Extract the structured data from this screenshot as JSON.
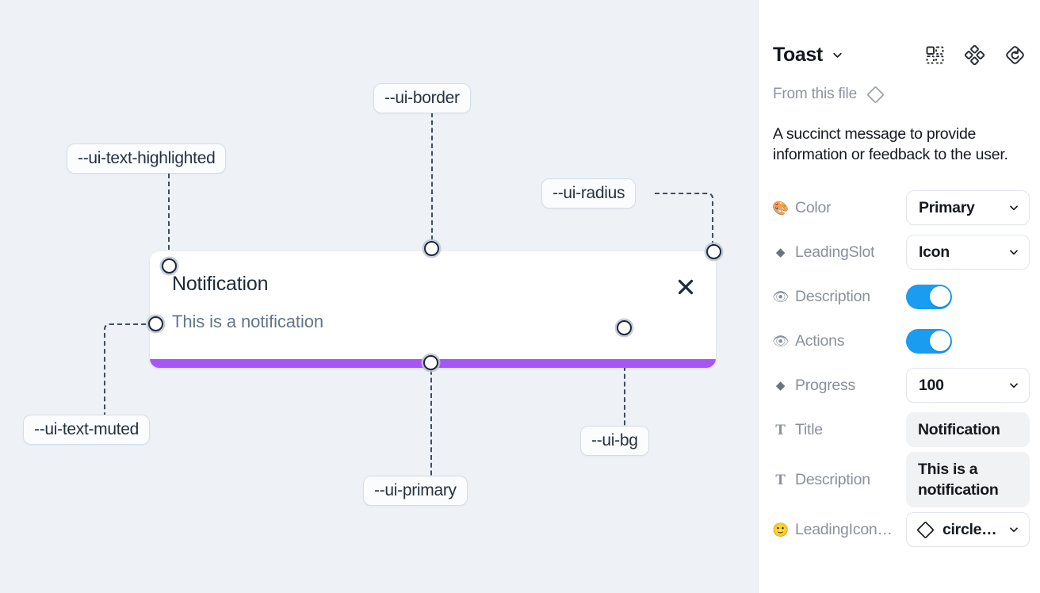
{
  "canvas": {
    "background_color": "#eef1f6",
    "toast": {
      "title": "Notification",
      "description": "This is a notification",
      "close_icon": "close-icon",
      "progress_color": "#a855f7",
      "background_color": "#ffffff"
    },
    "callouts": [
      {
        "id": "ui-text-highlighted",
        "label": "--ui-text-highlighted"
      },
      {
        "id": "ui-border",
        "label": "--ui-border"
      },
      {
        "id": "ui-radius",
        "label": "--ui-radius"
      },
      {
        "id": "ui-text-muted",
        "label": "--ui-text-muted"
      },
      {
        "id": "ui-primary",
        "label": "--ui-primary"
      },
      {
        "id": "ui-bg",
        "label": "--ui-bg"
      }
    ]
  },
  "panel": {
    "title": "Toast",
    "title_chevron_icon": "chevron-down-icon",
    "header_icons": [
      {
        "name": "component-set-icon"
      },
      {
        "name": "component-icon"
      },
      {
        "name": "reset-instance-icon"
      }
    ],
    "from_file": {
      "label": "From this file",
      "icon": "diamond-icon"
    },
    "description": "A succinct message to provide information or feedback to the user.",
    "properties": [
      {
        "id": "color",
        "glyph": "🎨",
        "glyph_name": "palette-emoji",
        "glyph_type": "emoji",
        "label": "Color",
        "control": "select",
        "value": "Primary"
      },
      {
        "id": "leadingslot",
        "glyph": "◆",
        "glyph_name": "diamond-icon",
        "glyph_type": "diamond",
        "label": "LeadingSlot",
        "control": "select",
        "value": "Icon"
      },
      {
        "id": "description",
        "glyph": "👁",
        "glyph_name": "eye-emoji",
        "glyph_type": "emoji",
        "label": "Description",
        "control": "toggle",
        "value": "on"
      },
      {
        "id": "actions",
        "glyph": "👁",
        "glyph_name": "eye-emoji",
        "glyph_type": "emoji",
        "label": "Actions",
        "control": "toggle",
        "value": "on"
      },
      {
        "id": "progress",
        "glyph": "◆",
        "glyph_name": "diamond-icon",
        "glyph_type": "diamond",
        "label": "Progress",
        "control": "select",
        "value": "100"
      },
      {
        "id": "title",
        "glyph": "T",
        "glyph_name": "text-icon",
        "glyph_type": "tglyph",
        "label": "Title",
        "control": "text",
        "value": "Notification"
      },
      {
        "id": "desc",
        "glyph": "T",
        "glyph_name": "text-icon",
        "glyph_type": "tglyph",
        "label": "Description",
        "control": "text",
        "value": "This is a notification"
      },
      {
        "id": "leadingicon",
        "glyph": "🙂",
        "glyph_name": "smiley-emoji",
        "glyph_type": "emoji",
        "label": "LeadingIcon…",
        "control": "select-icon",
        "value": "circle…"
      }
    ],
    "toggle_on_color": "#1a9cf0"
  }
}
